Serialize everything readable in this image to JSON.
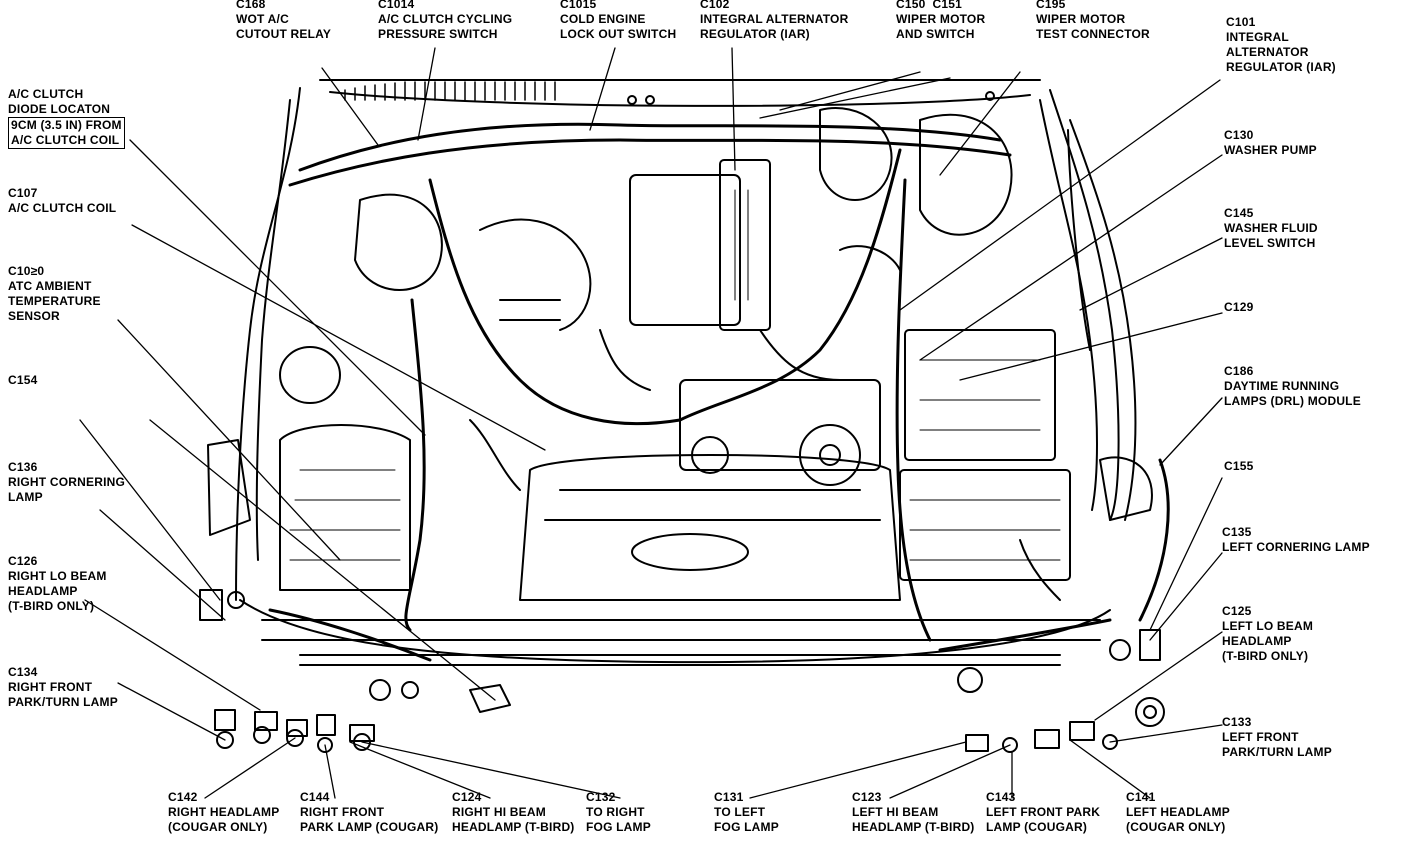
{
  "callouts": [
    {
      "id": "c168",
      "code": "C168",
      "lines": [
        "WOT A/C",
        "CUTOUT RELAY"
      ]
    },
    {
      "id": "c1014",
      "code": "C1014",
      "lines": [
        "A/C CLUTCH CYCLING",
        "PRESSURE SWITCH"
      ]
    },
    {
      "id": "c1015",
      "code": "C1015",
      "lines": [
        "COLD ENGINE",
        "LOCK OUT SWITCH"
      ]
    },
    {
      "id": "c102",
      "code": "C102",
      "lines": [
        "INTEGRAL ALTERNATOR",
        "REGULATOR (IAR)"
      ]
    },
    {
      "id": "c150",
      "code": "C150  C151",
      "lines": [
        "WIPER MOTOR",
        "AND SWITCH"
      ]
    },
    {
      "id": "c195",
      "code": "C195",
      "lines": [
        "WIPER MOTOR",
        "TEST CONNECTOR"
      ]
    },
    {
      "id": "c101",
      "code": "C101",
      "lines": [
        "INTEGRAL",
        "ALTERNATOR",
        "REGULATOR (IAR)"
      ]
    },
    {
      "id": "diode",
      "code": "A/C CLUTCH",
      "lines": [
        "DIODE LOCATON"
      ],
      "boxed": [
        "9CM (3.5 IN) FROM",
        "A/C CLUTCH COIL"
      ]
    },
    {
      "id": "c107",
      "code": "C107",
      "lines": [
        "A/C CLUTCH COIL"
      ]
    },
    {
      "id": "c1030",
      "code": "C10≥0",
      "lines": [
        "ATC AMBIENT",
        "TEMPERATURE",
        "SENSOR"
      ]
    },
    {
      "id": "c154",
      "code": "C154",
      "lines": []
    },
    {
      "id": "c136",
      "code": "C136",
      "lines": [
        "RIGHT CORNERING",
        "LAMP"
      ]
    },
    {
      "id": "c126",
      "code": "C126",
      "lines": [
        "RIGHT LO BEAM",
        "HEADLAMP",
        "(T-BIRD ONLY)"
      ]
    },
    {
      "id": "c134",
      "code": "C134",
      "lines": [
        "RIGHT FRONT",
        "PARK/TURN LAMP"
      ]
    },
    {
      "id": "c130",
      "code": "C130",
      "lines": [
        "WASHER PUMP"
      ]
    },
    {
      "id": "c145",
      "code": "C145",
      "lines": [
        "WASHER FLUID",
        "LEVEL SWITCH"
      ]
    },
    {
      "id": "c129",
      "code": "C129",
      "lines": []
    },
    {
      "id": "c186",
      "code": "C186",
      "lines": [
        "DAYTIME RUNNING",
        "LAMPS (DRL) MODULE"
      ]
    },
    {
      "id": "c155",
      "code": "C155",
      "lines": []
    },
    {
      "id": "c135",
      "code": "C135",
      "lines": [
        "LEFT CORNERING LAMP"
      ]
    },
    {
      "id": "c125",
      "code": "C125",
      "lines": [
        "LEFT LO BEAM",
        "HEADLAMP",
        "(T-BIRD ONLY)"
      ]
    },
    {
      "id": "c133",
      "code": "C133",
      "lines": [
        "LEFT FRONT",
        "PARK/TURN LAMP"
      ]
    },
    {
      "id": "c142",
      "code": "C142",
      "lines": [
        "RIGHT HEADLAMP",
        "(COUGAR ONLY)"
      ]
    },
    {
      "id": "c144",
      "code": "C144",
      "lines": [
        "RIGHT FRONT",
        "PARK LAMP (COUGAR)"
      ]
    },
    {
      "id": "c124",
      "code": "C124",
      "lines": [
        "RIGHT HI BEAM",
        "HEADLAMP (T-BIRD)"
      ]
    },
    {
      "id": "c132",
      "code": "C132",
      "lines": [
        "TO RIGHT",
        "FOG LAMP"
      ]
    },
    {
      "id": "c131",
      "code": "C131",
      "lines": [
        "TO LEFT",
        "FOG LAMP"
      ]
    },
    {
      "id": "c123",
      "code": "C123",
      "lines": [
        "LEFT HI BEAM",
        "HEADLAMP (T-BIRD)"
      ]
    },
    {
      "id": "c143",
      "code": "C143",
      "lines": [
        "LEFT FRONT PARK",
        "LAMP (COUGAR)"
      ]
    },
    {
      "id": "c141",
      "code": "C141",
      "lines": [
        "LEFT HEADLAMP",
        "(COUGAR ONLY)"
      ]
    }
  ]
}
